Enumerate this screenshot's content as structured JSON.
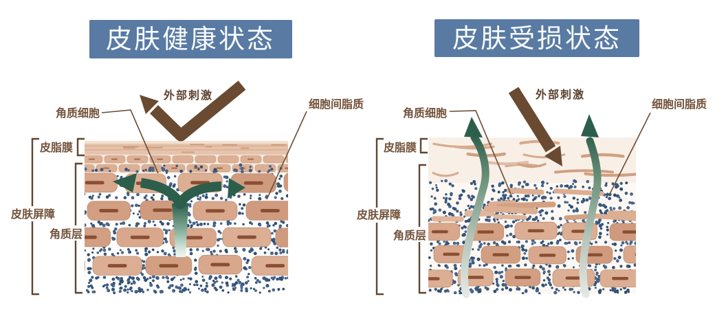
{
  "left": {
    "title": "皮肤健康状态",
    "external_stimulus": "外部刺激",
    "keratinocyte": "角质细胞",
    "intercellular_lipid": "细胞间脂质",
    "sebum_film": "皮脂膜",
    "skin_barrier": "皮肤屏障",
    "stratum_corneum": "角质层"
  },
  "right": {
    "title": "皮肤受损状态",
    "external_stimulus": "外部刺激",
    "keratinocyte": "角质细胞",
    "intercellular_lipid": "细胞间脂质",
    "sebum_film": "皮脂膜",
    "skin_barrier": "皮肤屏障",
    "stratum_corneum": "角质层"
  },
  "colors": {
    "header_bg": "#587aa3",
    "header_text": "#f7fafc",
    "label_text": "#72523a",
    "stimulus_text": "#5d4430",
    "annotation_line": "#6b4c36",
    "bracket": "#5f4531",
    "arrow_brown": "#6a4a31",
    "green_dark": "#2c5e4b",
    "stem_fade": [
      "#2c5e4b",
      "#7fa894",
      "#cfe3d8",
      "#f4faf6"
    ],
    "rise_fade": [
      "#e4e8e3",
      "#b7c5ba",
      "#6f957f",
      "#2c5e4b"
    ],
    "dot_colors": [
      "#3a5a80",
      "#47658c",
      "#2f4f73"
    ],
    "brick_fills": [
      "#d8a78c",
      "#d29f82",
      "#dcae93",
      "#cf9a7e"
    ],
    "brick_stroke": "#bd8f74",
    "brick_dash": "#8a4f33",
    "sebum_fill": "#e6c3ab",
    "sebum_highlight": "#f3e0cf",
    "sebum_streak": "#d6ab8f",
    "tight_band_bg": "#f6eadd",
    "tight_brick": "#dcb096",
    "block_bg": "#fffdfb",
    "damaged_bg": "#fdf8f3",
    "damaged_top_bg": "#f8efe6",
    "flake_fills": [
      "#dcae92",
      "#d3a183",
      "#e0b69c"
    ],
    "arc_strokes": [
      "#d7ab8e",
      "#e0bda4",
      "#cfa082"
    ]
  }
}
